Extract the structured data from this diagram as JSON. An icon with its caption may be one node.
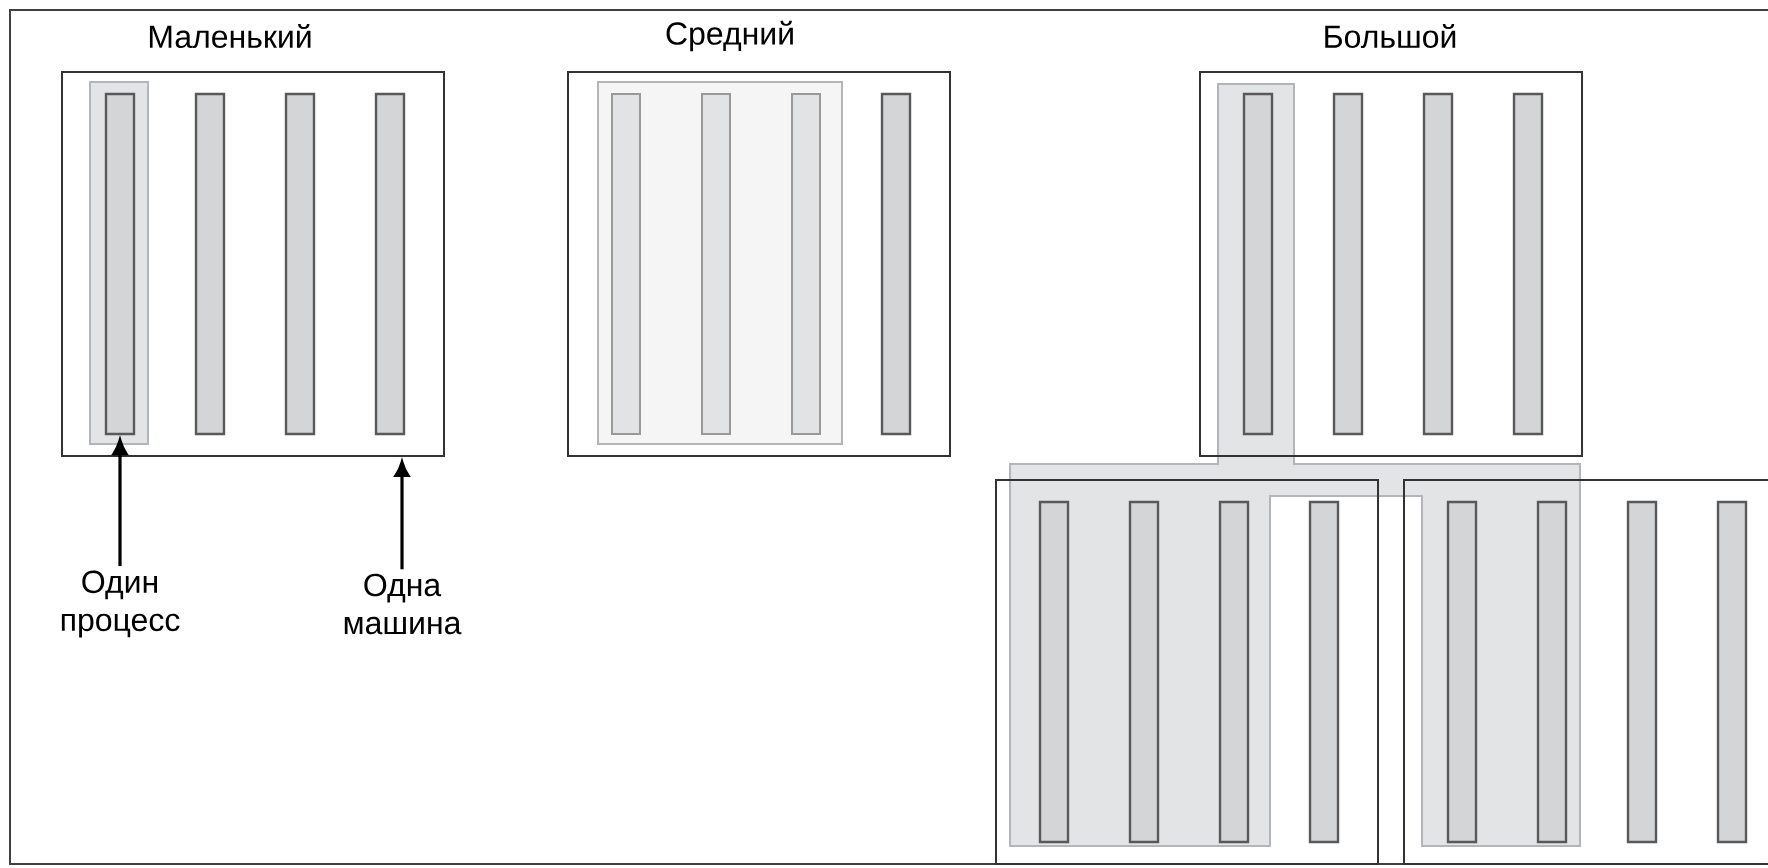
{
  "diagram": {
    "nodes": [
      {
        "text": [
          "Один процесс"
        ]
      },
      {
        "text": [
          "Одна машина"
        ]
      },
      {
        "text": [],
        "shape": "box"
      },
      {
        "text": [],
        "shape": "bar",
        "in": 2
      },
      {
        "text": [],
        "shape": "bar",
        "in": 2
      },
      {
        "text": [],
        "shape": "bar",
        "in": 2
      },
      {
        "text": [],
        "shape": "bar",
        "in": 2
      },
      {
        "text": [],
        "shape": "box"
      },
      {
        "text": [],
        "shape": "bar",
        "in": 7
      },
      {
        "text": [],
        "shape": "bar",
        "in": 7
      },
      {
        "text": [],
        "shape": "bar",
        "in": 7
      },
      {
        "text": [],
        "shape": "bar",
        "in": 7
      },
      {
        "text": [],
        "shape": "box"
      },
      {
        "text": [],
        "shape": "bar",
        "in": 12
      },
      {
        "text": [],
        "shape": "bar",
        "in": 12
      },
      {
        "text": [],
        "shape": "bar",
        "in": 12
      },
      {
        "text": [],
        "shape": "bar",
        "in": 12
      },
      {
        "text": [],
        "shape": "box"
      },
      {
        "text": [],
        "shape": "bar",
        "in": 17
      },
      {
        "text": [],
        "shape": "bar",
        "in": 17
      },
      {
        "text": [],
        "shape": "bar",
        "in": 17
      },
      {
        "text": [],
        "shape": "bar",
        "in": 17
      },
      {
        "text": [],
        "shape": "box"
      },
      {
        "text": [],
        "shape": "bar",
        "in": 22
      },
      {
        "text": [],
        "shape": "bar",
        "in": 22
      },
      {
        "text": [],
        "shape": "bar",
        "in": 22
      },
      {
        "text": [],
        "shape": "bar",
        "in": 22
      }
    ],
    "edges": [
      {
        "from": 0,
        "to": 3,
        "arrow": "to"
      },
      {
        "from": 1,
        "to": 2,
        "arrow": "to"
      }
    ],
    "labels": [
      "Маленький",
      "Средний",
      "Большой"
    ]
  }
}
